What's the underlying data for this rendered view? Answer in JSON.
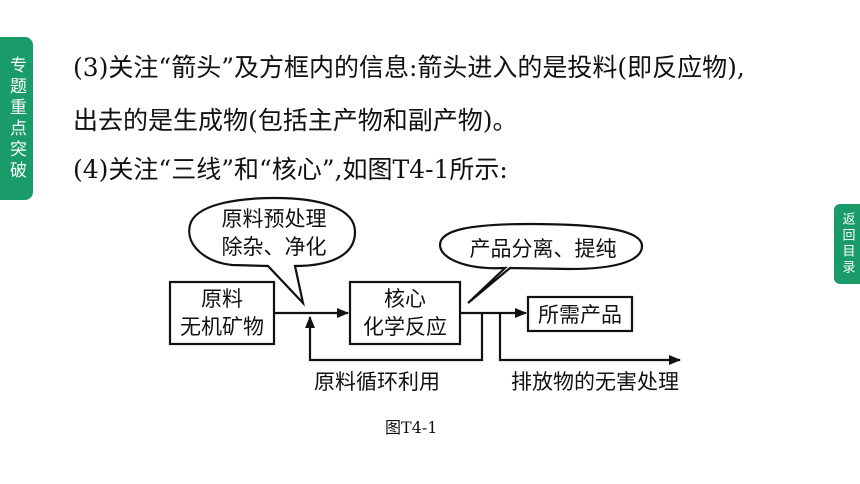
{
  "side_tab": {
    "label": "专题重点突破"
  },
  "back_tab": {
    "label": "返回目录"
  },
  "paragraphs": {
    "p1": "(3)关注“箭头”及方框内的信息:箭头进入的是投料(即反应物),",
    "p2": "出去的是生成物(包括主产物和副产物)。",
    "p3": "(4)关注“三线”和“核心”,如图T4-1所示:"
  },
  "diagram": {
    "bubble1": {
      "line1": "原料预处理",
      "line2": "除杂、净化"
    },
    "bubble2": {
      "line1": "产品分离、提纯"
    },
    "box_raw": {
      "line1": "原料",
      "line2": "无机矿物"
    },
    "box_core": {
      "line1": "核心",
      "line2": "化学反应"
    },
    "box_product": {
      "line1": "所需产品"
    },
    "label_recycle": "原料循环利用",
    "label_emission": "排放物的无害处理"
  },
  "caption": "图T4-1"
}
